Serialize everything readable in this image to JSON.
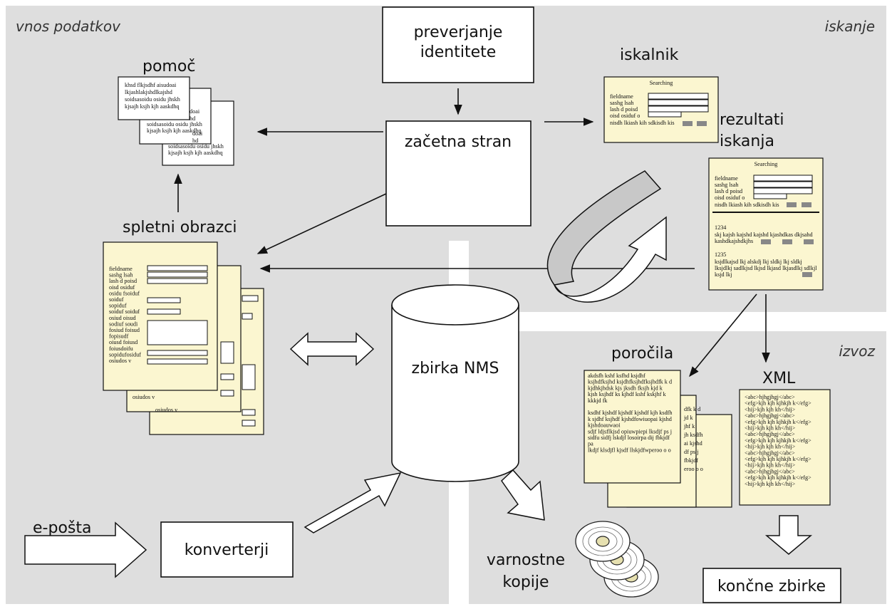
{
  "zones": {
    "input": "vnos podatkov",
    "search": "iskanje",
    "export": "izvoz"
  },
  "nodes": {
    "identity": [
      "preverjanje",
      "identitete"
    ],
    "start_page": "začetna stran",
    "help": "pomoč",
    "search_engine": "iskalnik",
    "search_results": [
      "rezultati",
      "iskanja"
    ],
    "web_forms": "spletni obrazci",
    "collection": "zbirka NMS",
    "email": "e-pošta",
    "converters": "konverterji",
    "reports": "poročila",
    "xml": "XML",
    "backups": [
      "varnostne",
      "kopije"
    ],
    "final_collections": "končne zbirke"
  },
  "help_doc_lines": [
    "khsd flkjsdhf aisudoai",
    "lkjashlakjshdlkajshd",
    "soidsasoidu osidu jhskh",
    "kjsajh ksjh kjh aaskdhq"
  ],
  "help_doc_back_lines": [
    "doai",
    "hd",
    "soidsasoidu osidu jhskh",
    "kjsajh ksjh kjh aaskdhq"
  ],
  "search_form": {
    "title": "Searching",
    "labels": [
      "fieldname",
      "sashg lsah",
      "lash d poisd",
      "oisd osiduf o",
      "nisdh lkiash kih sdkisdh kis"
    ]
  },
  "results": {
    "title": "Searching",
    "labels": [
      "fieldname",
      "sashg lsah",
      "lash d poisd",
      "oisd osiduf o",
      "nisdh lkiash kih sdkisdh kis"
    ],
    "item1": [
      "1234",
      "skj kajsh kajshd kajshd kjashdkas dkjsahd",
      "kashdkajshdkjhs"
    ],
    "item2": [
      "1235",
      "ksjdlkajsd lkj alskdj lkj sldkj lkj sldkj",
      "lksjdlkj sadlkjsd lkjsd lkjasd lkjasdlkj sdlkjl",
      "ksjd lkj"
    ]
  },
  "form_labels": [
    "fieldname",
    "sashg lsah",
    "lash d poisd",
    "oisd osiduf",
    "osidu fsoiduf",
    "soiduf",
    "sopiduf",
    "soiduf soiduf",
    "osiud oisud",
    "sodiuf soudi",
    "fosiud foisud",
    "fopisudf",
    "oiusd foiusd",
    "foiusdoifu",
    "sopidufosiduf",
    "osiudos v"
  ],
  "form_back_labels": [
    "osiudos v",
    "osiudos v"
  ],
  "report_lines": [
    "akdsfh kshf ksfhd ksjdhf",
    "ksjhdfksjhd ksjdhfksjhdfksjhdfk k d",
    "kjdhkjhdsk kjs jksdh fksjh kjd k",
    "kjsh ksjhdf ks kjhdf kshf kskjhf k",
    "kkkjd fk",
    "",
    "ksdhf kjshdf kjshdf kjshdf kjh ksdfh",
    "k sjdhf ksjhdf kjshdfowiuopai kjshd",
    "kjshdoauwaoi",
    "sdjf ldjsflkjsd opiuwpiepi lksdjf ps j",
    "sidfu sidfj lskdjf losoirpa dij fbkjdf",
    "pa",
    "lkdjf klsdjfl kjsdf llskjdfwperoo o o"
  ],
  "report_back_lines": [
    "dfk k d",
    "jd k",
    "jhf k",
    "jh ksdfh",
    "ai kjshd",
    "df ps j",
    "fbkjdf",
    "eroo o o"
  ],
  "xml_lines": [
    "<abc>hjhgjhgj</abc>",
    "<efg>kjh kjh kjhkjh k</efg>",
    "<hij>kjh kjh kh</hij>",
    "<abc>hjhgjhgj</abc>",
    "<efg>kjh kjh kjhkjh k</efg>",
    "<hij>kjh kjh kh</hij>",
    "<abc>hjhgjhgj</abc>",
    "<efg>kjh kjh kjhkjh k</efg>",
    "<hij>kjh kjh kh</hij>",
    "<abc>hjhgjhgj</abc>",
    "<efg>kjh kjh kjhkjh k</efg>",
    "<hij>kjh kjh kh</hij>",
    "<abc>hjhgjhgj</abc>",
    "<efg>kjh kjh kjhkjh k</efg>",
    "<hij>kjh kjh kh</hij>"
  ]
}
